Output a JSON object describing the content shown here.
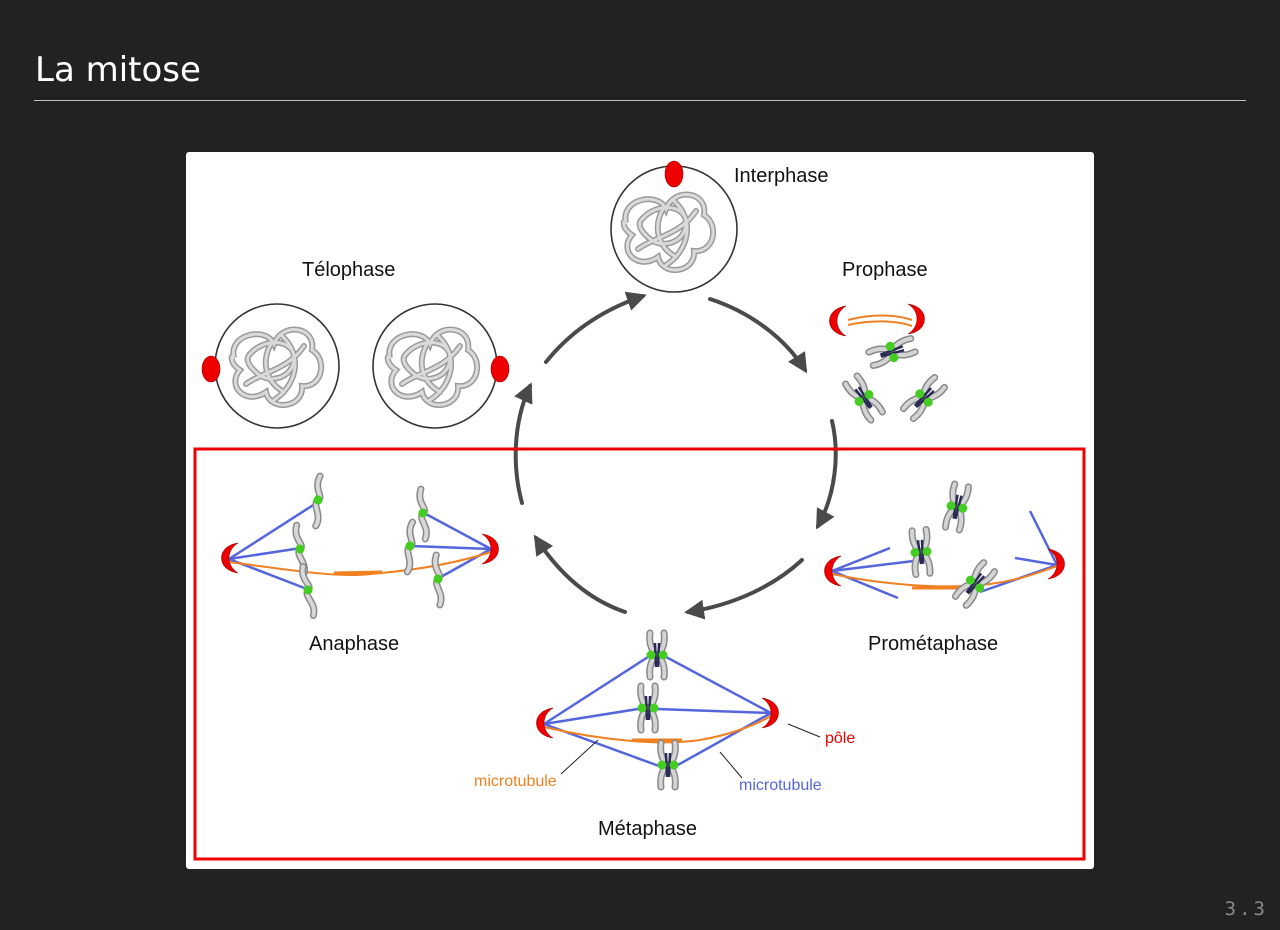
{
  "slide": {
    "title": "La mitose",
    "page_number": "3.3"
  },
  "diagram": {
    "phases": {
      "interphase": "Interphase",
      "prophase": "Prophase",
      "prometaphase": "Prométaphase",
      "metaphase": "Métaphase",
      "anaphase": "Anaphase",
      "telophase": "Télophase"
    },
    "annotations": {
      "pole": "pôle",
      "microtubule_orange": "microtubule",
      "microtubule_blue": "microtubule"
    },
    "colors": {
      "pole": "#ee0000",
      "kinetochore_microtubule": "#5566dd",
      "polar_microtubule": "#f08020",
      "centromere": "#44cc22",
      "chromatin": "#c0c0c0",
      "highlight_box": "#ee0000",
      "cycle_arrow": "#4a4a4a"
    }
  }
}
